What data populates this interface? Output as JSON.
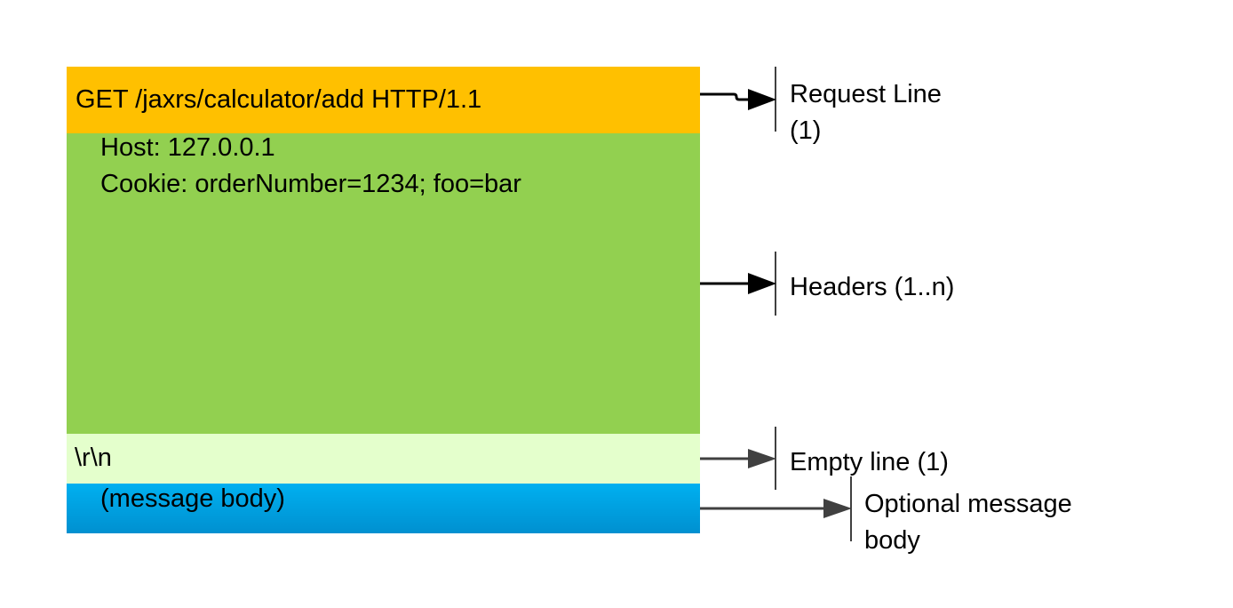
{
  "request": {
    "request_line": "GET /jaxrs/calculator/add HTTP/1.1",
    "headers": [
      "Host: 127.0.0.1",
      "Cookie: orderNumber=1234; foo=bar"
    ],
    "empty_line": "\\r\\n",
    "body": "(message body)"
  },
  "labels": {
    "request_line_1": "Request Line",
    "request_line_2": "(1)",
    "headers": "Headers (1..n)",
    "empty_line": "Empty line (1)",
    "optional_body_1": "Optional message",
    "optional_body_2": "body"
  },
  "colors": {
    "request_line": "#ffc000",
    "headers": "#92d050",
    "empty_line": "#e4ffcc",
    "body": "#00b0f0"
  }
}
